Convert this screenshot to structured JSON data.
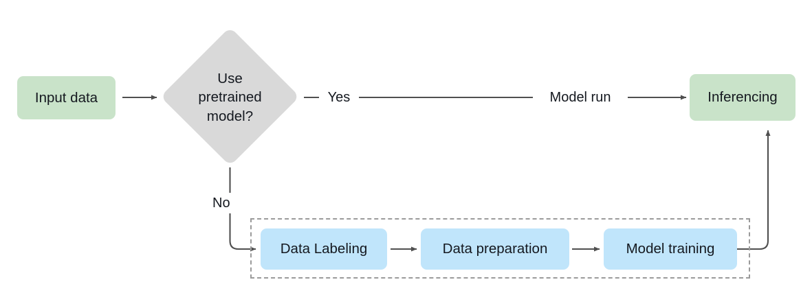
{
  "diagram": {
    "title": "ML workflow decision flowchart",
    "colors": {
      "green_node": "#c9e3c9",
      "blue_node": "#c0e5fb",
      "decision_node": "#d9d9d9",
      "edge": "#4f4f4f",
      "dashed_border": "#9a9a9a",
      "text": "#14181f",
      "background": "#ffffff"
    },
    "nodes": {
      "input_data": {
        "label": "Input data",
        "shape": "rounded-rect",
        "fill": "#c9e3c9"
      },
      "decision": {
        "label": "Use\npretrained\nmodel?",
        "line1": "Use",
        "line2": "pretrained",
        "line3": "model?",
        "shape": "diamond",
        "fill": "#d9d9d9"
      },
      "inferencing": {
        "label": "Inferencing",
        "shape": "rounded-rect",
        "fill": "#c9e3c9"
      },
      "data_labeling": {
        "label": "Data Labeling",
        "shape": "rounded-rect",
        "fill": "#c0e5fb"
      },
      "data_preparation": {
        "label": "Data preparation",
        "shape": "rounded-rect",
        "fill": "#c0e5fb"
      },
      "model_training": {
        "label": "Model training",
        "shape": "rounded-rect",
        "fill": "#c0e5fb"
      }
    },
    "edge_labels": {
      "yes": "Yes",
      "no": "No",
      "model_run": "Model run"
    },
    "groups": {
      "training_pipeline": {
        "style": "dashed",
        "members": [
          "Data Labeling",
          "Data preparation",
          "Model training"
        ]
      }
    },
    "edges": [
      {
        "from": "Input data",
        "to": "Use pretrained model?",
        "label": ""
      },
      {
        "from": "Use pretrained model?",
        "to": "Inferencing",
        "label": "Yes / Model run"
      },
      {
        "from": "Use pretrained model?",
        "to": "Data Labeling",
        "label": "No"
      },
      {
        "from": "Data Labeling",
        "to": "Data preparation",
        "label": ""
      },
      {
        "from": "Data preparation",
        "to": "Model training",
        "label": ""
      },
      {
        "from": "Model training",
        "to": "Inferencing",
        "label": ""
      }
    ]
  }
}
